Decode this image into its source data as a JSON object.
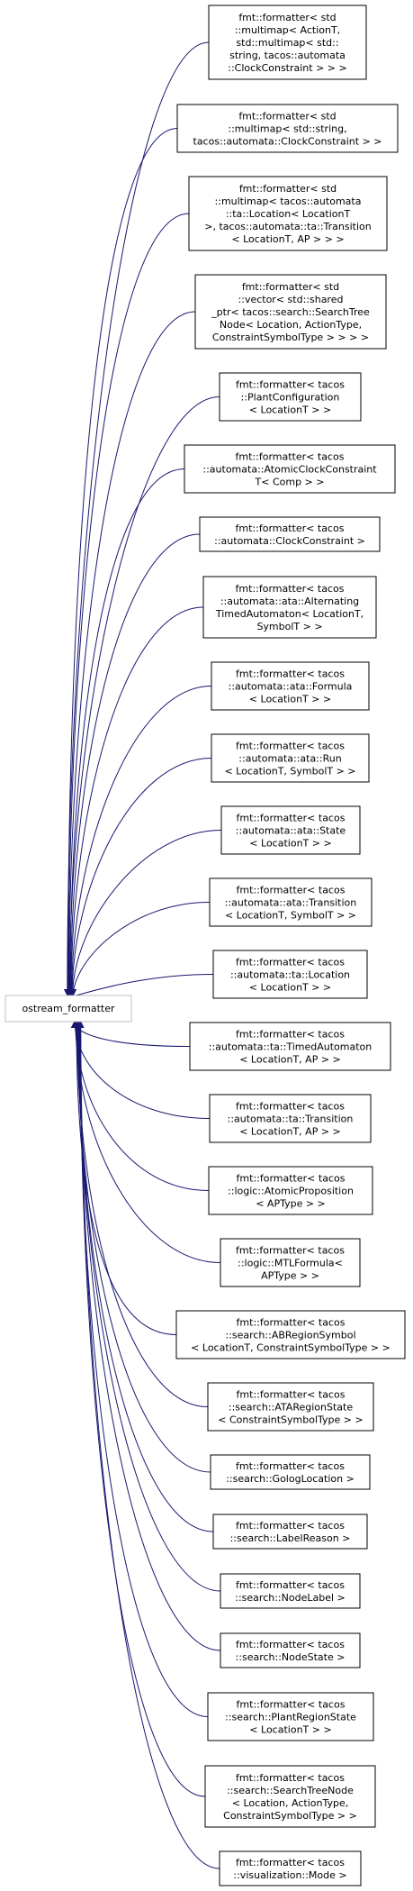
{
  "colors": {
    "edge": "#191970",
    "node_border": "#000000",
    "root_border": "#bfbfbf",
    "background": "#ffffff"
  },
  "root": {
    "label": "ostream_formatter"
  },
  "nodes": [
    {
      "lines": [
        "fmt::formatter< std",
        "::multimap< ActionT,",
        "std::multimap< std::",
        "string, tacos::automata",
        "::ClockConstraint > > >"
      ]
    },
    {
      "lines": [
        "fmt::formatter< std",
        "::multimap< std::string,",
        "tacos::automata::ClockConstraint > >"
      ]
    },
    {
      "lines": [
        "fmt::formatter< std",
        "::multimap< tacos::automata",
        "::ta::Location< LocationT",
        ">, tacos::automata::ta::Transition",
        "< LocationT, AP > > >"
      ]
    },
    {
      "lines": [
        "fmt::formatter< std",
        "::vector< std::shared",
        "_ptr< tacos::search::SearchTree",
        "Node< Location, ActionType,",
        "ConstraintSymbolType > > > >"
      ]
    },
    {
      "lines": [
        "fmt::formatter< tacos",
        "::PlantConfiguration",
        "< LocationT > >"
      ]
    },
    {
      "lines": [
        "fmt::formatter< tacos",
        "::automata::AtomicClockConstraint",
        "T< Comp > >"
      ]
    },
    {
      "lines": [
        "fmt::formatter< tacos",
        "::automata::ClockConstraint >"
      ]
    },
    {
      "lines": [
        "fmt::formatter< tacos",
        "::automata::ata::Alternating",
        "TimedAutomaton< LocationT,",
        "SymbolT > >"
      ]
    },
    {
      "lines": [
        "fmt::formatter< tacos",
        "::automata::ata::Formula",
        "< LocationT > >"
      ]
    },
    {
      "lines": [
        "fmt::formatter< tacos",
        "::automata::ata::Run",
        "< LocationT, SymbolT > >"
      ]
    },
    {
      "lines": [
        "fmt::formatter< tacos",
        "::automata::ata::State",
        "< LocationT > >"
      ]
    },
    {
      "lines": [
        "fmt::formatter< tacos",
        "::automata::ata::Transition",
        "< LocationT, SymbolT > >"
      ]
    },
    {
      "lines": [
        "fmt::formatter< tacos",
        "::automata::ta::Location",
        "< LocationT > >"
      ]
    },
    {
      "lines": [
        "fmt::formatter< tacos",
        "::automata::ta::TimedAutomaton",
        "< LocationT, AP > >"
      ]
    },
    {
      "lines": [
        "fmt::formatter< tacos",
        "::automata::ta::Transition",
        "< LocationT, AP > >"
      ]
    },
    {
      "lines": [
        "fmt::formatter< tacos",
        "::logic::AtomicProposition",
        "< APType > >"
      ]
    },
    {
      "lines": [
        "fmt::formatter< tacos",
        "::logic::MTLFormula<",
        "APType > >"
      ]
    },
    {
      "lines": [
        "fmt::formatter< tacos",
        "::search::ABRegionSymbol",
        "< LocationT, ConstraintSymbolType > >"
      ]
    },
    {
      "lines": [
        "fmt::formatter< tacos",
        "::search::ATARegionState",
        "< ConstraintSymbolType > >"
      ]
    },
    {
      "lines": [
        "fmt::formatter< tacos",
        "::search::GologLocation >"
      ]
    },
    {
      "lines": [
        "fmt::formatter< tacos",
        "::search::LabelReason >"
      ]
    },
    {
      "lines": [
        "fmt::formatter< tacos",
        "::search::NodeLabel >"
      ]
    },
    {
      "lines": [
        "fmt::formatter< tacos",
        "::search::NodeState >"
      ]
    },
    {
      "lines": [
        "fmt::formatter< tacos",
        "::search::PlantRegionState",
        "< LocationT > >"
      ]
    },
    {
      "lines": [
        "fmt::formatter< tacos",
        "::search::SearchTreeNode",
        "< Location, ActionType,",
        "ConstraintSymbolType > >"
      ]
    },
    {
      "lines": [
        "fmt::formatter< tacos",
        "::visualization::Mode >"
      ]
    }
  ]
}
